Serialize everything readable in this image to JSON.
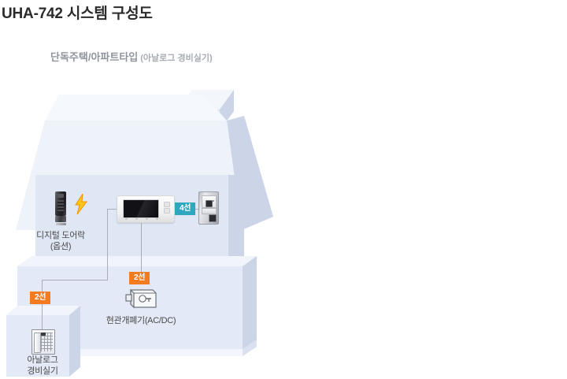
{
  "page": {
    "title": "UHA-742 시스템 구성도",
    "subtitle_main": "단독주택/아파트타입",
    "subtitle_sub": "(아날로그 경비실기)"
  },
  "colors": {
    "badge_orange": "#f47b20",
    "badge_teal": "#2fa8bf",
    "wire": "#a9adb4",
    "house_roof": "#eef2f9",
    "house_wall": "#e2e8f4",
    "title_text": "#2b2b2b",
    "label_text": "#4a4a4a",
    "subtitle_text": "#8f949c"
  },
  "devices": [
    {
      "id": "digital-door-lock",
      "icon": "door-lock-icon",
      "label_line1": "디지털 도어락",
      "label_line2": "(옵션)"
    },
    {
      "id": "wall-pad-monitor",
      "icon": "video-monitor-icon",
      "label_line1": "",
      "label_line2": ""
    },
    {
      "id": "door-station",
      "icon": "door-station-icon",
      "label_line1": "",
      "label_line2": ""
    },
    {
      "id": "door-opener",
      "icon": "electric-strike-icon",
      "label_line1": "현관개폐기(AC/DC)",
      "label_line2": ""
    },
    {
      "id": "analog-guard-station",
      "icon": "guard-station-icon",
      "label_line1": "아날로그",
      "label_line2": "경비실기"
    }
  ],
  "connections": [
    {
      "id": "monitor-to-door-station",
      "label": "4선",
      "color": "teal"
    },
    {
      "id": "monitor-to-door-opener",
      "label": "2선",
      "color": "orange"
    },
    {
      "id": "monitor-to-guard-station",
      "label": "2선",
      "color": "orange"
    }
  ]
}
